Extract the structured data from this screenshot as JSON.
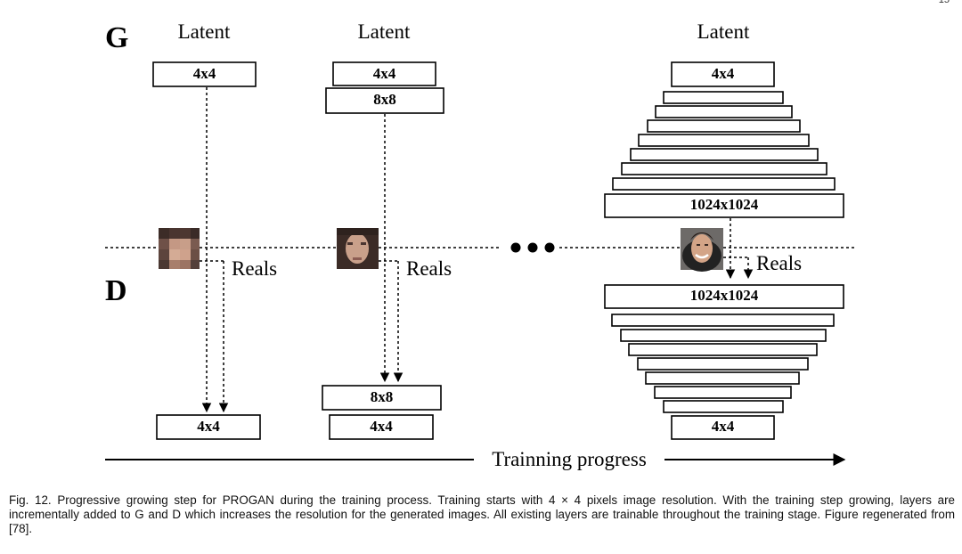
{
  "page_number": "15",
  "labels": {
    "generator": "G",
    "discriminator": "D",
    "latent": "Latent",
    "reals": "Reals",
    "progress": "Trainning progress"
  },
  "stages": [
    {
      "generator_blocks": [
        "4x4"
      ],
      "discriminator_blocks": [
        "4x4"
      ]
    },
    {
      "generator_blocks": [
        "4x4",
        "8x8"
      ],
      "discriminator_blocks": [
        "8x8",
        "4x4"
      ]
    },
    {
      "generator_blocks": [
        "4x4",
        "1024x1024"
      ],
      "discriminator_blocks": [
        "1024x1024",
        "4x4"
      ]
    }
  ],
  "caption": "Fig. 12. Progressive growing step for PROGAN during the training process. Training starts with 4 × 4 pixels image resolution. With the training step growing, layers are incrementally added to G and D which increases the resolution for the generated images. All existing layers are trainable throughout the training stage. Figure regenerated from [78]."
}
